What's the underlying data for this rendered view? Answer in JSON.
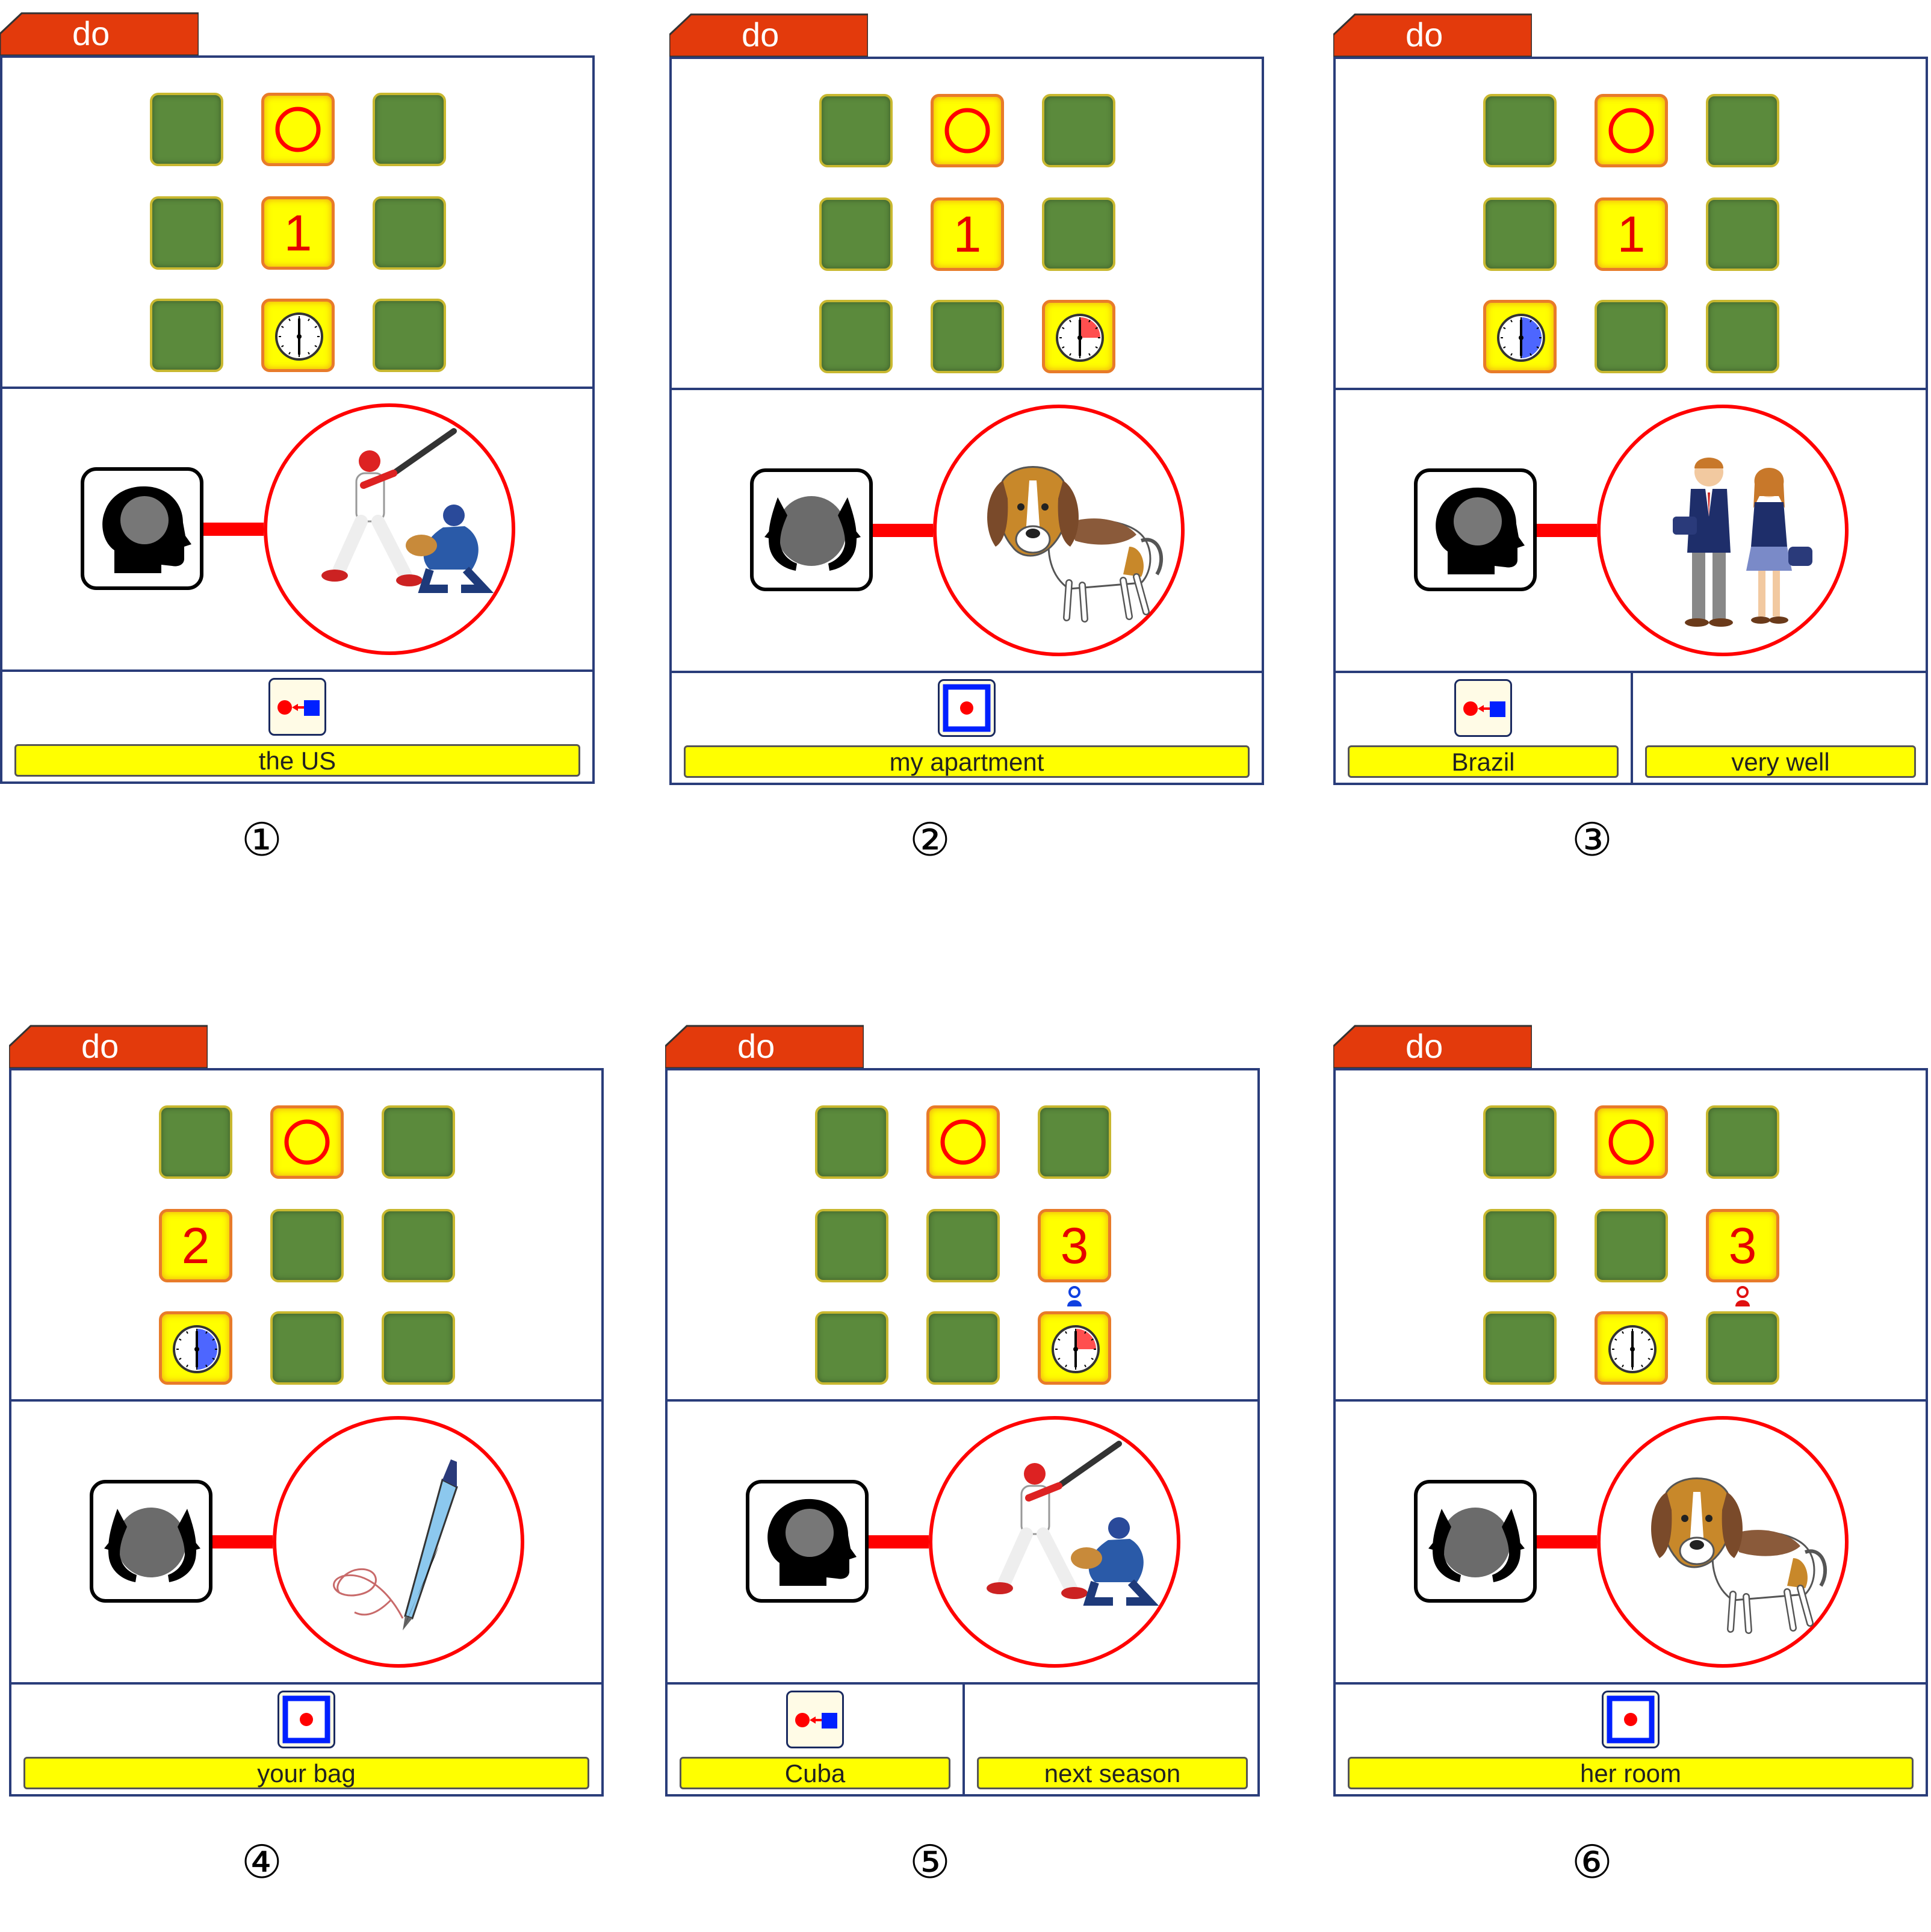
{
  "cards": [
    {
      "tab_label": "do",
      "number_label": "①",
      "grid": {
        "number": "1"
      },
      "left_icon": "head-icon",
      "picture": "baseball-icon",
      "info": [
        {
          "prep_icon": "from-to-icon",
          "label": "the US"
        }
      ]
    },
    {
      "tab_label": "do",
      "number_label": "②",
      "grid": {
        "number": "1"
      },
      "left_icon": "hands-holding-icon",
      "picture": "dog-icon",
      "info": [
        {
          "prep_icon": "inside-icon",
          "label": "my apartment"
        }
      ]
    },
    {
      "tab_label": "do",
      "number_label": "③",
      "grid": {
        "number": "1"
      },
      "left_icon": "head-icon",
      "picture": "students-icon",
      "info": [
        {
          "prep_icon": "from-to-icon",
          "label": "Brazil"
        },
        {
          "label": "very well"
        }
      ]
    },
    {
      "tab_label": "do",
      "number_label": "④",
      "grid": {
        "number": "2"
      },
      "left_icon": "hands-holding-icon",
      "picture": "pen-icon",
      "info": [
        {
          "prep_icon": "inside-icon",
          "label": "your bag"
        }
      ]
    },
    {
      "tab_label": "do",
      "number_label": "⑤",
      "grid": {
        "number": "3"
      },
      "left_icon": "head-icon",
      "picture": "baseball-icon",
      "info": [
        {
          "prep_icon": "from-to-icon",
          "label": "Cuba"
        },
        {
          "label": "next season"
        }
      ]
    },
    {
      "tab_label": "do",
      "number_label": "⑥",
      "grid": {
        "number": "3"
      },
      "left_icon": "hands-holding-icon",
      "picture": "dog-icon",
      "info": [
        {
          "prep_icon": "inside-icon",
          "label": "her room"
        }
      ]
    }
  ],
  "colors": {
    "tab": "#e33a0c",
    "frame": "#2a3d7a",
    "cell_green": "#5b8a3c",
    "cell_yellow": "#ffff00",
    "accent_red": "#ff0000",
    "label_bar": "#ffff00"
  }
}
